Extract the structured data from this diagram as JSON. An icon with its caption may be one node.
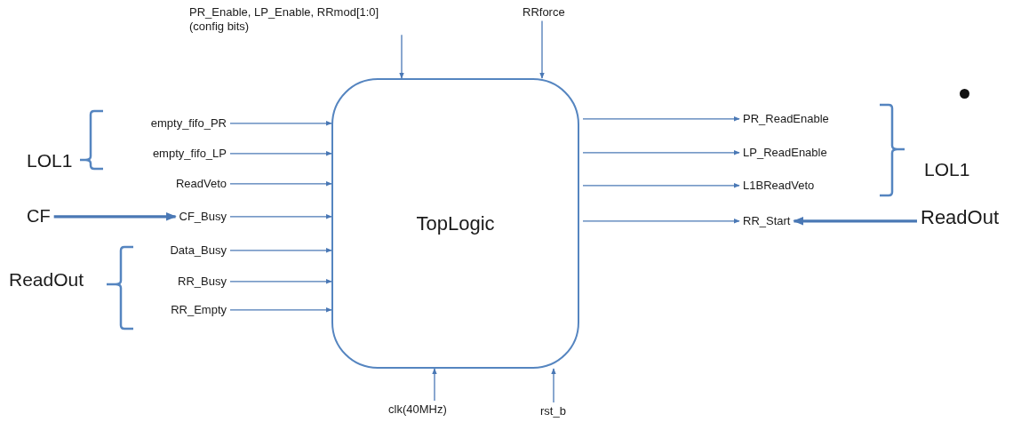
{
  "diagram": {
    "nodes": [
      {
        "text": [
          "TopLogic"
        ]
      },
      {
        "text": [
          "empty_fifo_PR"
        ]
      },
      {
        "text": [
          "empty_fifo_LP"
        ]
      },
      {
        "text": [
          "ReadVeto"
        ]
      },
      {
        "text": [
          "CF_Busy"
        ]
      },
      {
        "text": [
          "Data_Busy"
        ]
      },
      {
        "text": [
          "RR_Busy"
        ]
      },
      {
        "text": [
          "RR_Empty"
        ]
      },
      {
        "text": [
          "PR_Enable, LP_Enable, RRmod[1:0] (config bits)"
        ]
      },
      {
        "text": [
          "RRforce"
        ]
      },
      {
        "text": [
          "clk(40MHz)"
        ]
      },
      {
        "text": [
          "rst_b"
        ]
      },
      {
        "text": [
          "PR_ReadEnable"
        ]
      },
      {
        "text": [
          "LP_ReadEnable"
        ]
      },
      {
        "text": [
          "L1BReadVeto"
        ]
      },
      {
        "text": [
          "RR_Start"
        ]
      },
      {
        "text": [
          "CF"
        ]
      },
      {
        "text": [
          "ReadOut"
        ]
      }
    ],
    "edges": [
      {
        "from": 1,
        "to": 0,
        "arrow": "to"
      },
      {
        "from": 2,
        "to": 0,
        "arrow": "to"
      },
      {
        "from": 3,
        "to": 0,
        "arrow": "to"
      },
      {
        "from": 4,
        "to": 0,
        "arrow": "to"
      },
      {
        "from": 5,
        "to": 0,
        "arrow": "to"
      },
      {
        "from": 6,
        "to": 0,
        "arrow": "to"
      },
      {
        "from": 7,
        "to": 0,
        "arrow": "to"
      },
      {
        "from": 8,
        "to": 0,
        "arrow": "to"
      },
      {
        "from": 9,
        "to": 0,
        "arrow": "to"
      },
      {
        "from": 10,
        "to": 0,
        "arrow": "to"
      },
      {
        "from": 11,
        "to": 0,
        "arrow": "to"
      },
      {
        "from": 0,
        "to": 12,
        "arrow": "to"
      },
      {
        "from": 0,
        "to": 13,
        "arrow": "to"
      },
      {
        "from": 0,
        "to": 14,
        "arrow": "to"
      },
      {
        "from": 0,
        "to": 15,
        "arrow": "to"
      },
      {
        "from": 16,
        "to": 4,
        "arrow": "to",
        "style": "thick"
      },
      {
        "from": 17,
        "to": 15,
        "arrow": "to",
        "style": "thick"
      }
    ],
    "labels": [
      "LOL1",
      "LOL1",
      "ReadOut"
    ]
  }
}
